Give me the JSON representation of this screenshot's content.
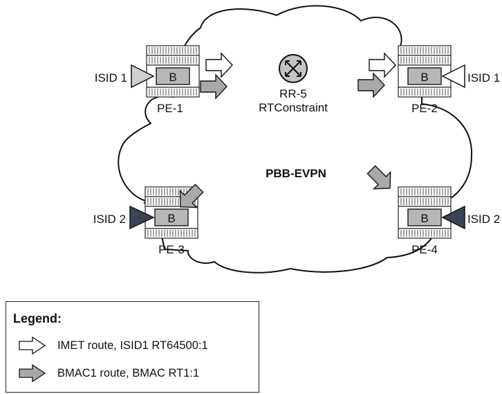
{
  "center_label": "PBB-EVPN",
  "route_reflector": {
    "name": "RR-5",
    "role": "RTConstraint"
  },
  "nodes": [
    {
      "id": "PE-1",
      "service_label": "B",
      "isid_label": "ISID 1"
    },
    {
      "id": "PE-2",
      "service_label": "B",
      "isid_label": "ISID 1"
    },
    {
      "id": "PE-3",
      "service_label": "B",
      "isid_label": "ISID 2"
    },
    {
      "id": "PE-4",
      "service_label": "B",
      "isid_label": "ISID 2"
    }
  ],
  "legend": {
    "title": "Legend:",
    "items": [
      {
        "label": "IMET route, ISID1 RT64500:1",
        "fill": "#ffffff"
      },
      {
        "label": "BMAC1 route, BMAC RT1:1",
        "fill": "#a9a9a9"
      }
    ]
  },
  "colors": {
    "isid1_arrow": "#cfcfcf",
    "isid2_arrow": "#3b4452",
    "bmac_route": "#a9a9a9",
    "imet_route": "#ffffff",
    "router_panel": "#b7b7b7"
  }
}
